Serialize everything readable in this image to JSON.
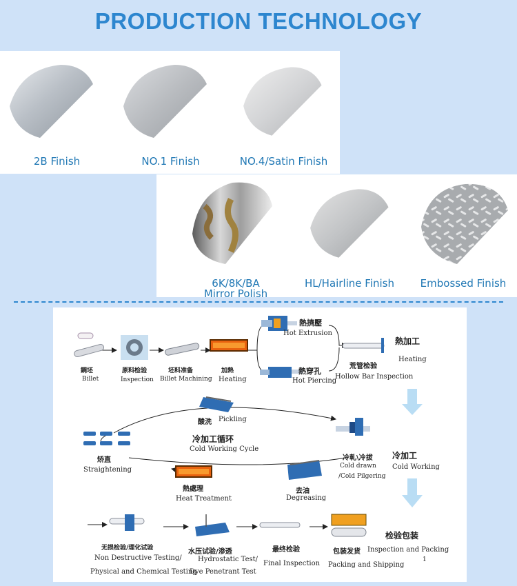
{
  "header": {
    "title": "PRODUCTION TECHNOLOGY"
  },
  "finishes": [
    {
      "label": "2B Finish"
    },
    {
      "label": "NO.1 Finish"
    },
    {
      "label": "NO.4/Satin Finish"
    },
    {
      "label_line1": "6K/8K/BA",
      "label_line2": "Mirror Polish"
    },
    {
      "label": "HL/Hairline Finish"
    },
    {
      "label": "Embossed Finish"
    }
  ],
  "flow": {
    "billet": {
      "zh": "鋼坯",
      "en": "Billet"
    },
    "inspection": {
      "zh": "原料检验",
      "en": "Inspection"
    },
    "billet_machining": {
      "zh": "坯料准备",
      "en": "Billet Machining"
    },
    "heating": {
      "zh": "加熱",
      "en": "Heating"
    },
    "hot_extrusion": {
      "zh": "熱擠壓",
      "en": "Hot Extrusion"
    },
    "hot_piercing": {
      "zh": "熱穿孔",
      "en": "Hot Piercing"
    },
    "hollow_bar": {
      "zh": "荒管检验",
      "en": "Hollow Bar Inspection"
    },
    "hot_working": {
      "zh": "熱加工",
      "en": "Heating"
    },
    "pickling": {
      "zh": "酸洗",
      "en": "Pickling"
    },
    "cold_cycle": {
      "zh": "冷加工循环",
      "en": "Cold Working Cycle"
    },
    "straightening": {
      "zh": "矫直",
      "en": "Straightening"
    },
    "cold_drawn": {
      "zh": "冷軋\\冷拔",
      "en1": "Cold drawn",
      "en2": "/Cold Pilgering"
    },
    "cold_working": {
      "zh": "冷加工",
      "en": "Cold Working"
    },
    "heat_treatment": {
      "zh": "熱處理",
      "en": "Heat Treatment"
    },
    "degreasing": {
      "zh": "去油",
      "en": "Degreasing"
    },
    "ndt": {
      "zh": "无损检验/理化试验",
      "en1": "Non Destructive Testing/",
      "en2": "Physical and Chemical Testing"
    },
    "hydro": {
      "zh": "水压试验/渗透",
      "en1": "Hydrostatic Test/",
      "en2": "Dye Penetrant Test"
    },
    "final": {
      "zh": "最终检验",
      "en": "Final Inspection"
    },
    "packing": {
      "zh": "包装发货",
      "en": "Packing and Shipping"
    },
    "inspection_packing": {
      "zh": "检验包装",
      "en": "Inspection and Packing",
      "note": "1"
    }
  }
}
